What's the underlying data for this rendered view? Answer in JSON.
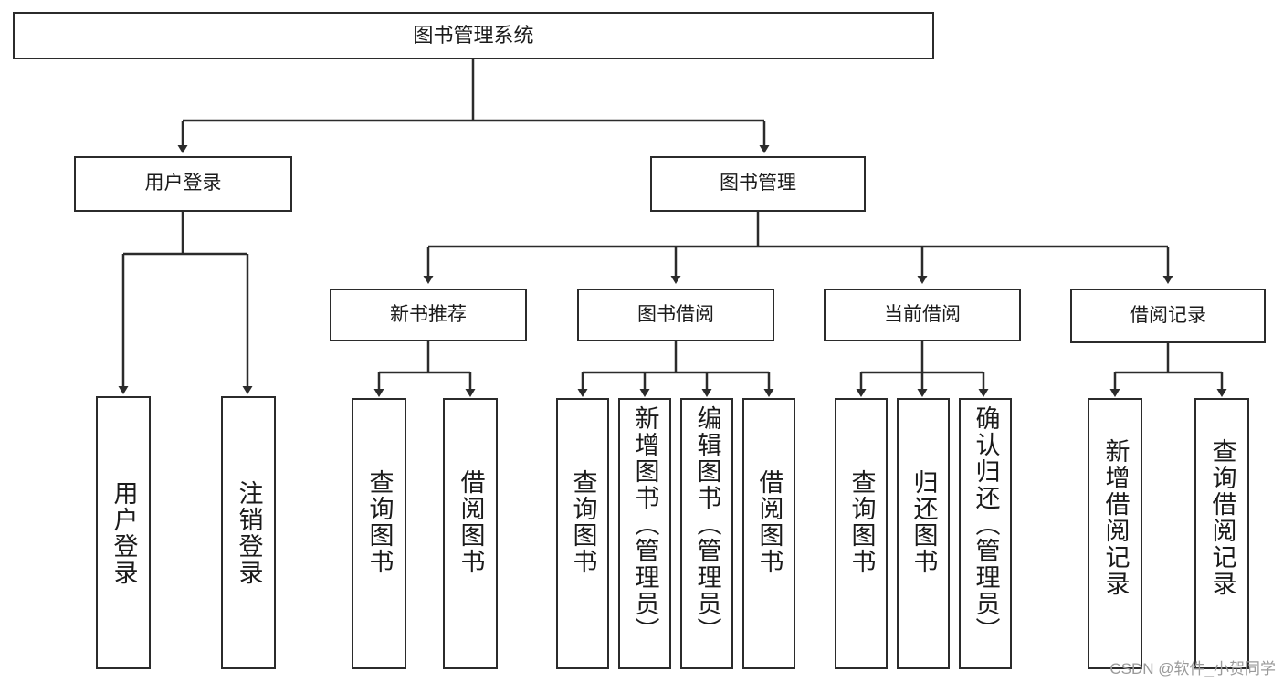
{
  "diagram": {
    "type": "tree",
    "title": "图书管理系统",
    "colors": {
      "stroke": "#2b2b2b",
      "fill": "#ffffff",
      "text": "#1b1b1b",
      "watermark": "#9a9a9a"
    },
    "nodes": {
      "root": {
        "label": "图书管理系统"
      },
      "level2": [
        {
          "label": "用户登录"
        },
        {
          "label": "图书管理"
        }
      ],
      "level3": [
        {
          "label": "新书推荐"
        },
        {
          "label": "图书借阅"
        },
        {
          "label": "当前借阅"
        },
        {
          "label": "借阅记录"
        }
      ],
      "leaves_user_login": [
        {
          "label": "用户登录"
        },
        {
          "label": "注销登录"
        }
      ],
      "leaves_new_book": [
        {
          "label": "查询图书"
        },
        {
          "label": "借阅图书"
        }
      ],
      "leaves_borrow": [
        {
          "label": "查询图书"
        },
        {
          "label": "新增图书（管理员）"
        },
        {
          "label": "编辑图书（管理员）"
        },
        {
          "label": "借阅图书"
        }
      ],
      "leaves_current": [
        {
          "label": "查询图书"
        },
        {
          "label": "归还图书"
        },
        {
          "label": "确认归还（管理员）"
        }
      ],
      "leaves_records": [
        {
          "label": "新增借阅记录"
        },
        {
          "label": "查询借阅记录"
        }
      ]
    },
    "edges": [
      {
        "from": "图书管理系统",
        "to": "用户登录"
      },
      {
        "from": "图书管理系统",
        "to": "图书管理"
      },
      {
        "from": "图书管理",
        "to": "新书推荐"
      },
      {
        "from": "图书管理",
        "to": "图书借阅"
      },
      {
        "from": "图书管理",
        "to": "当前借阅"
      },
      {
        "from": "图书管理",
        "to": "借阅记录"
      },
      {
        "from": "用户登录",
        "to": "用户登录"
      },
      {
        "from": "用户登录",
        "to": "注销登录"
      },
      {
        "from": "新书推荐",
        "to": "查询图书"
      },
      {
        "from": "新书推荐",
        "to": "借阅图书"
      },
      {
        "from": "图书借阅",
        "to": "查询图书"
      },
      {
        "from": "图书借阅",
        "to": "新增图书（管理员）"
      },
      {
        "from": "图书借阅",
        "to": "编辑图书（管理员）"
      },
      {
        "from": "图书借阅",
        "to": "借阅图书"
      },
      {
        "from": "当前借阅",
        "to": "查询图书"
      },
      {
        "from": "当前借阅",
        "to": "归还图书"
      },
      {
        "from": "当前借阅",
        "to": "确认归还（管理员）"
      },
      {
        "from": "借阅记录",
        "to": "新增借阅记录"
      },
      {
        "from": "借阅记录",
        "to": "查询借阅记录"
      }
    ]
  },
  "watermark": {
    "text": "CSDN @软件_小贺同学"
  }
}
